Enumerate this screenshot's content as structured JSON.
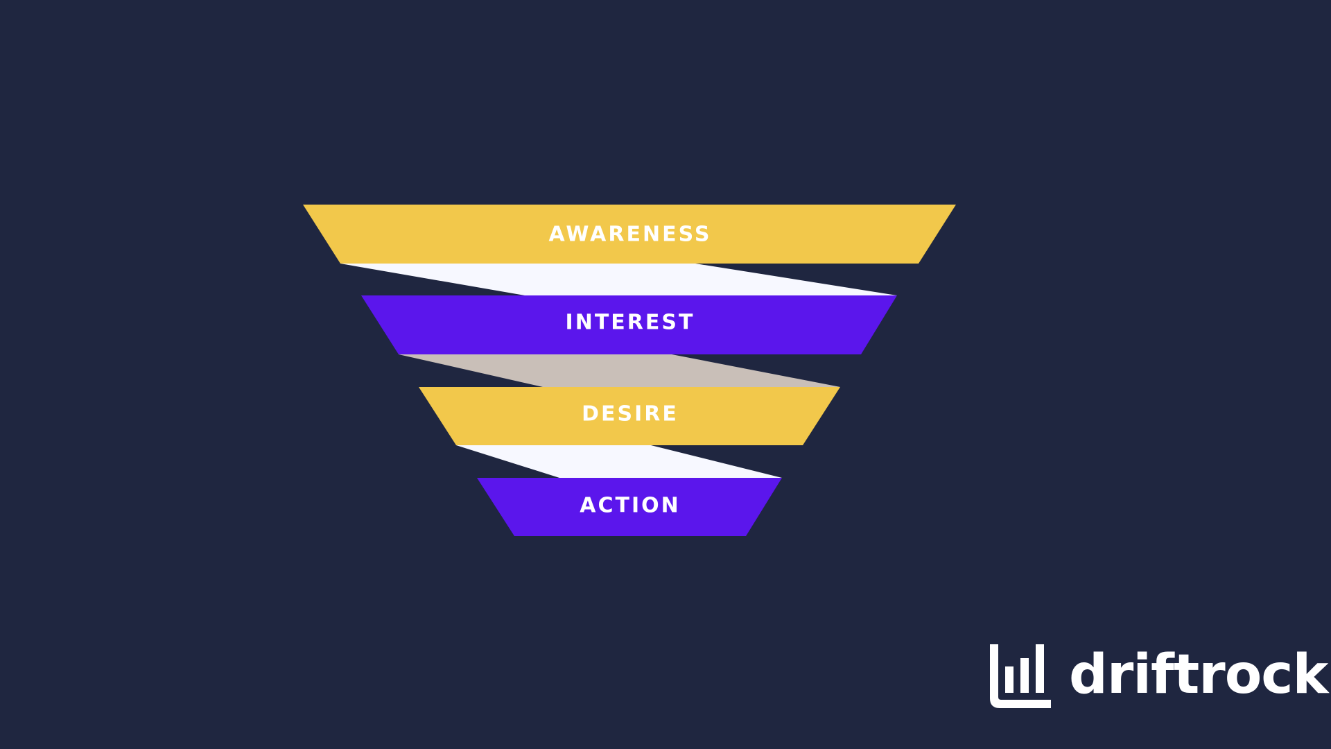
{
  "diagram": {
    "stages": [
      {
        "label": "AWARENESS",
        "color": "#f2c84b"
      },
      {
        "label": "INTEREST",
        "color": "#5b16ec"
      },
      {
        "label": "DESIRE",
        "color": "#f2c84b"
      },
      {
        "label": "ACTION",
        "color": "#5b16ec"
      }
    ],
    "connector_colors": [
      "#f7f8ff",
      "#c9bfb8",
      "#f7f8ff"
    ]
  },
  "brand": {
    "name": "driftrock",
    "logo_icon": "bar-chart-bracket-icon",
    "color": "#ffffff"
  },
  "background_color": "#1f2640"
}
